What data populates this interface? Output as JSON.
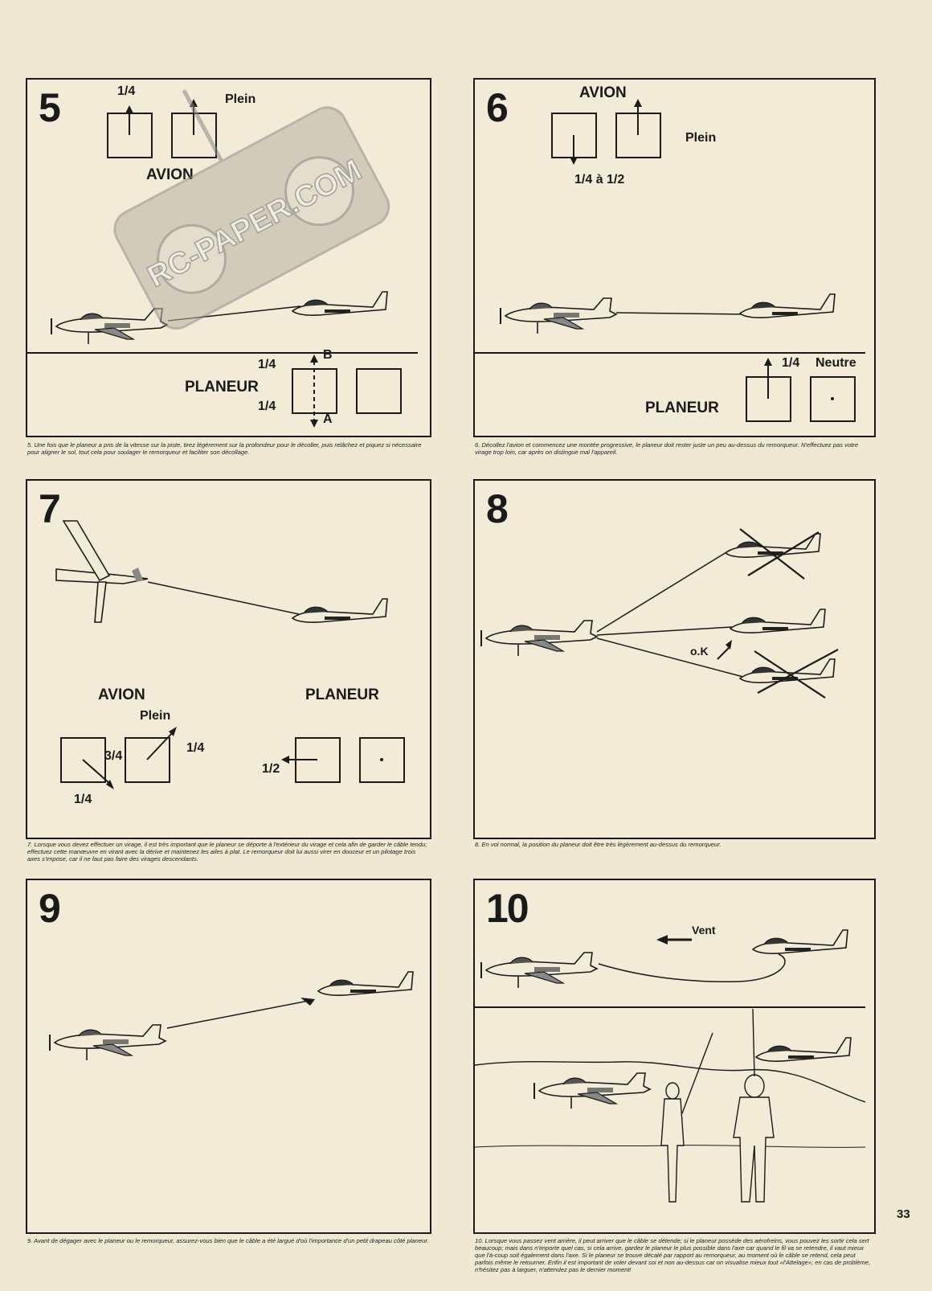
{
  "page": {
    "number": "33",
    "watermark": "RC-PAPER.COM"
  },
  "panels": {
    "p5": {
      "number": "5",
      "labels": {
        "quarter_top": "1/4",
        "plein": "Plein",
        "avion": "AVION",
        "quarter_b": "1/4",
        "planeur": "PLANEUR",
        "quarter_a": "1/4",
        "b": "B",
        "a": "A"
      },
      "caption": "5. Une fois que le planeur a pris de la vitesse sur la piste, tirez légèrement sur la profondeur pour le décoller, puis relâchez et piquez si nécessaire pour aligner le sol, tout cela pour soulager le remorqueur et faciliter son décollage."
    },
    "p6": {
      "number": "6",
      "labels": {
        "avion": "AVION",
        "plein": "Plein",
        "quarter_half": "1/4 à 1/2",
        "quarter": "1/4",
        "neutre": "Neutre",
        "planeur": "PLANEUR"
      },
      "caption": "6. Décollez l'avion et commencez une montée progressive, le planeur doit rester juste un peu au-dessus du remorqueur. N'effectuez pas votre virage trop loin, car après on distingue mal l'appareil."
    },
    "p7": {
      "number": "7",
      "labels": {
        "avion": "AVION",
        "planeur": "PLANEUR",
        "plein": "Plein",
        "three_quarter": "3/4",
        "quarter_right": "1/4",
        "quarter_bottom": "1/4",
        "half": "1/2"
      },
      "caption": "7. Lorsque vous devez effectuer un virage, il est très important que le planeur se déporte à l'extérieur du virage et cela afin de garder le câble tendu; effectuez cette manœuvre en virant avec la dérive et maintenez les ailes à plat. Le remorqueur doit lui aussi virer en douceur et un pilotage trois axes s'impose, car il ne faut pas faire des virages descendants."
    },
    "p8": {
      "number": "8",
      "labels": {
        "ok": "o.K"
      },
      "caption": "8. En vol normal, la position du planeur doit être très légèrement au-dessus du remorqueur."
    },
    "p9": {
      "number": "9",
      "caption": "9. Avant de dégager avec le planeur ou le remorqueur, assurez-vous bien que le câble a été largué d'où l'importance d'un petit drapeau côté planeur."
    },
    "p10": {
      "number": "10",
      "labels": {
        "vent": "Vent"
      },
      "caption": "10. Lorsque vous passez vent arrière, il peut arriver que le câble se détende; si le planeur possède des aérofreins, vous pouvez les sortir cela sert beaucoup; mais dans n'importe quel cas, si cela arrive, gardez le planeur le plus possible dans l'axe car quand le fil va se retendre, il vaut mieux que l'à-coup soit également dans l'axe. Si le planeur se trouve décalé par rapport au remorqueur, au moment où le câble se retend, cela peut parfois même le retourner. Enfin il est important de voler devant soi et non au-dessus car on visualise mieux tout «l'Attelage»; en cas de problème, n'hésitez pas à larguer, n'attendez pas le dernier moment!"
    }
  },
  "colors": {
    "paper": "#efe8d2",
    "ink": "#1a1a1a",
    "watermark": "#9a9a9a"
  }
}
